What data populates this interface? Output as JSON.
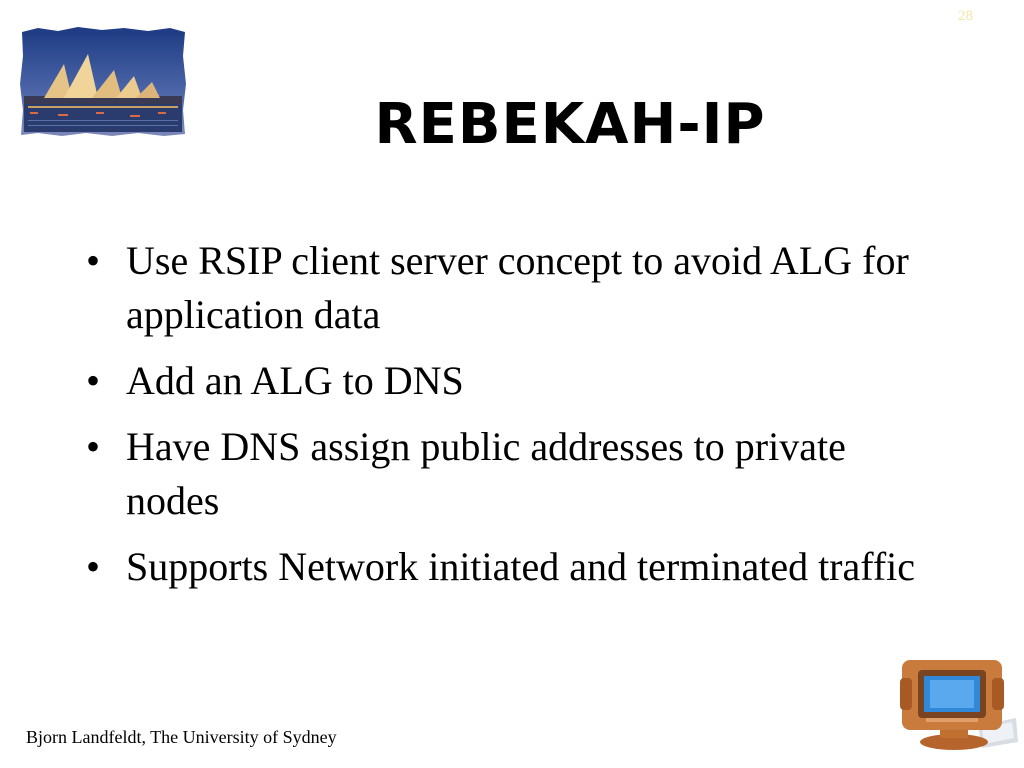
{
  "slide": {
    "number": "28",
    "title": "REBEKAH-IP",
    "bullet_glyph": "•",
    "bullets": [
      {
        "text": "Use RSIP client server concept to avoid ALG for application data"
      },
      {
        "text": "Add an ALG to DNS"
      },
      {
        "text": "Have DNS assign public addresses to private nodes"
      },
      {
        "text": "Supports Network initiated and terminated traffic"
      }
    ],
    "footer": "Bjorn Landfeldt, The University of Sydney"
  },
  "icons": {
    "logo": "sydney-opera-house-icon",
    "computer": "computer-monitor-icon"
  },
  "colors": {
    "sky_top": "#1f3f86",
    "sky_bottom": "#6b7fb8",
    "opera_sails": "#e8c78a",
    "water": "#2a3c6e",
    "monitor_body": "#c87a3c",
    "monitor_screen": "#2f88d8",
    "slide_number": "#f2e6a8"
  }
}
